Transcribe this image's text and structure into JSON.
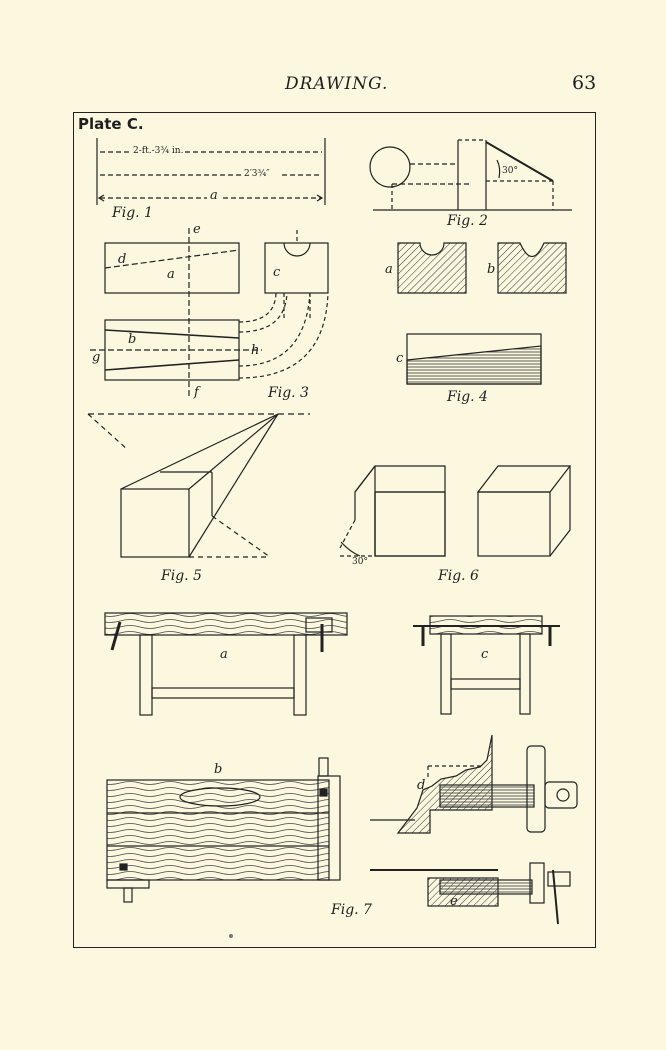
{
  "header": {
    "title": "DRAWING.",
    "page_number": "63"
  },
  "plate": {
    "title": "Plate C."
  },
  "fig1": {
    "caption": "Fig. 1",
    "dim_top": "2-ft.-3¾ in.",
    "dim_mid": "2′3¾″",
    "label_a": "a"
  },
  "fig2": {
    "caption": "Fig. 2",
    "angle": "30°"
  },
  "fig3": {
    "caption": "Fig. 3",
    "labels": {
      "a": "a",
      "b": "b",
      "c": "c",
      "d": "d",
      "e": "e",
      "f": "f",
      "g": "g",
      "h": "h"
    }
  },
  "fig4": {
    "caption": "Fig. 4",
    "labels": {
      "a": "a",
      "b": "b",
      "c": "c"
    }
  },
  "fig5": {
    "caption": "Fig. 5"
  },
  "fig6": {
    "caption": "Fig. 6",
    "angle": "30°"
  },
  "fig7": {
    "caption": "Fig. 7",
    "labels": {
      "a": "a",
      "b": "b",
      "c": "c",
      "d": "d",
      "e": "e"
    }
  }
}
